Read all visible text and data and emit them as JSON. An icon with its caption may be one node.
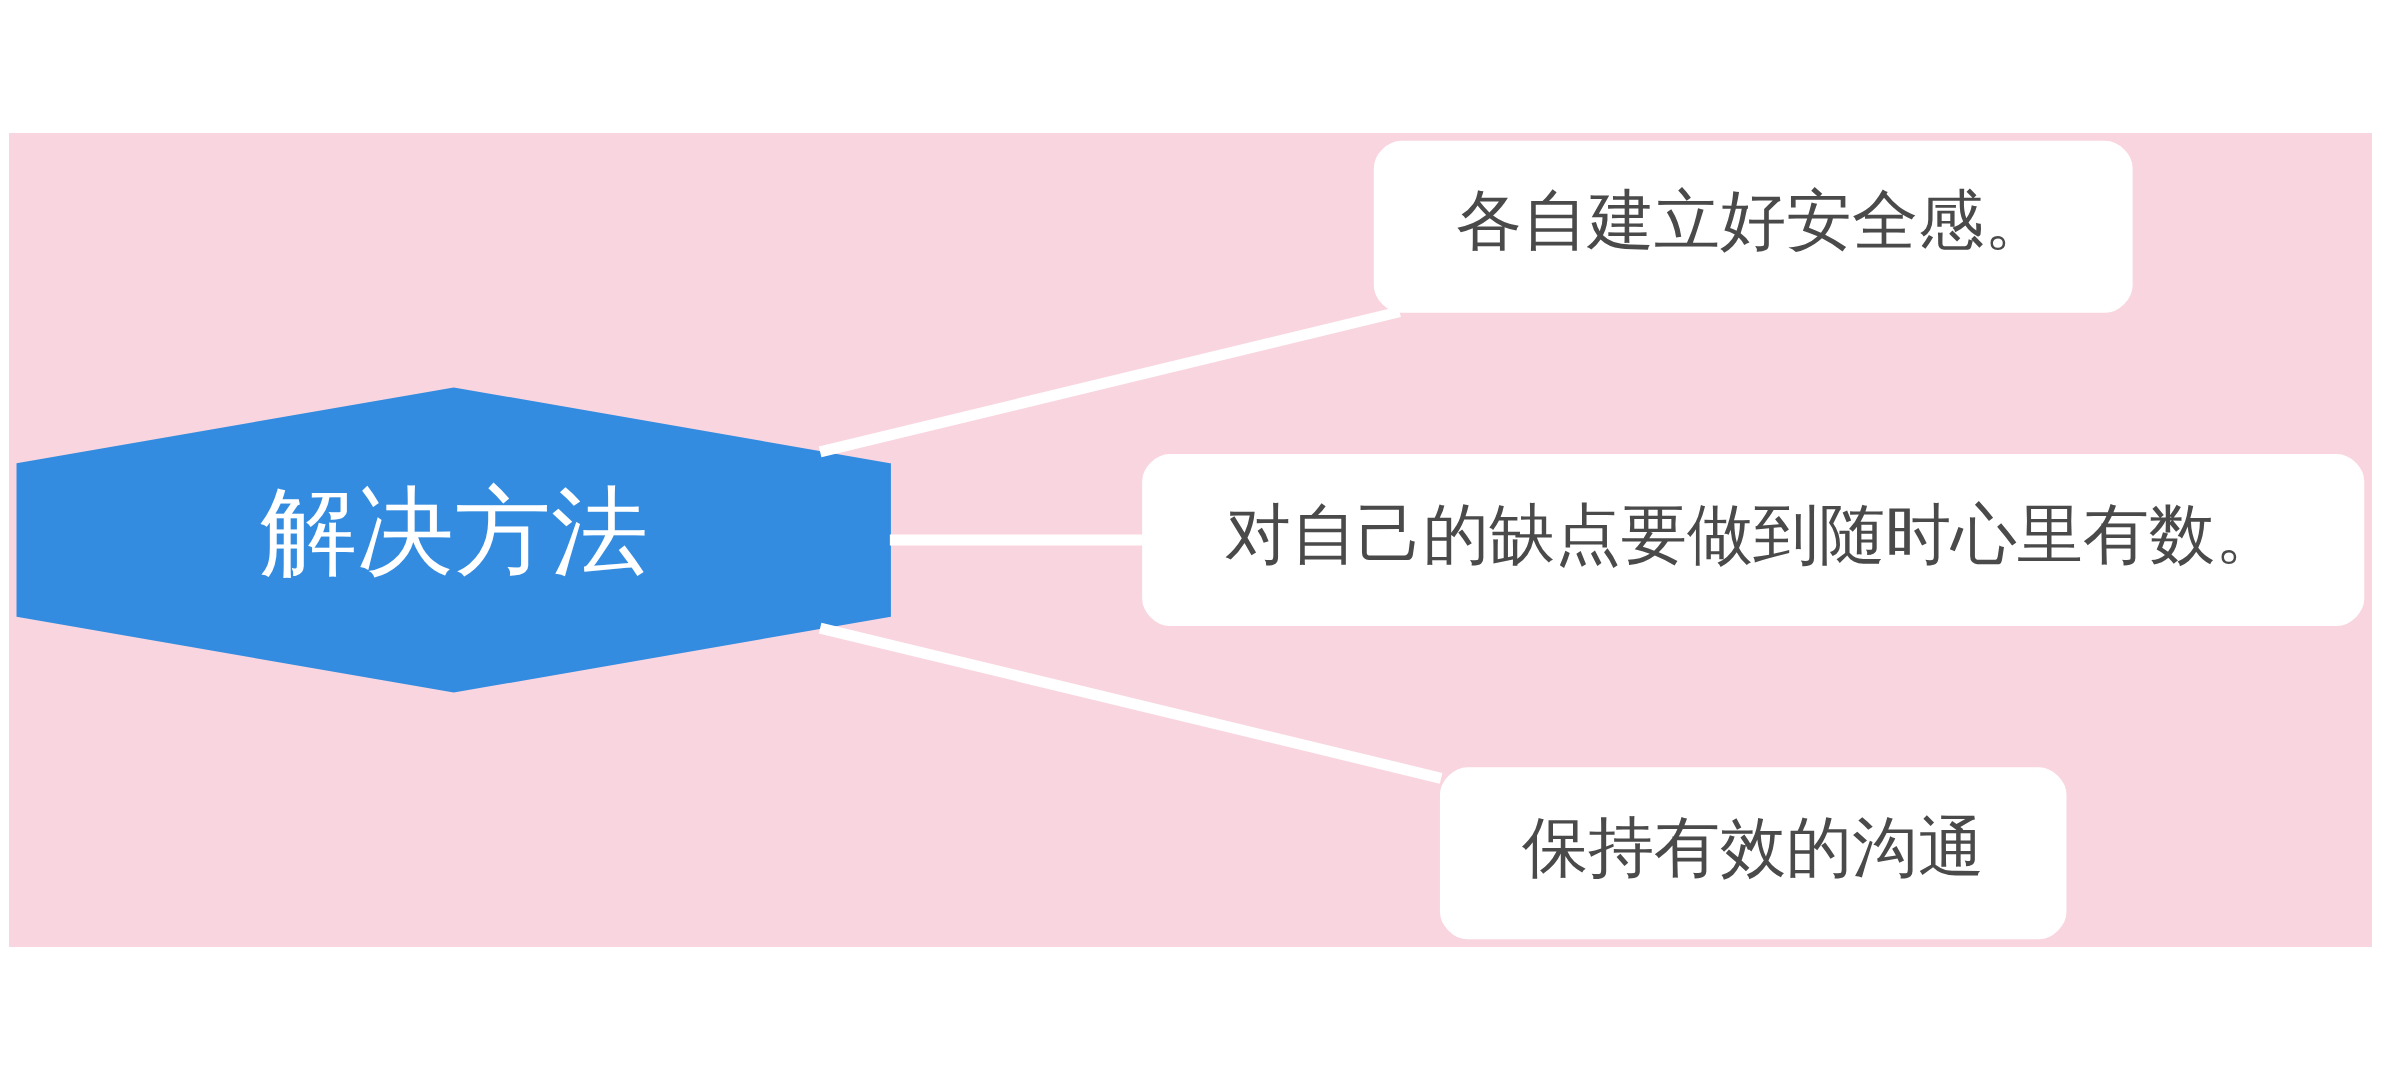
{
  "diagram": {
    "nodes": [
      {
        "text": [
          "解决方法"
        ]
      },
      {
        "text": [
          "各自建立好安全感。"
        ]
      },
      {
        "text": [
          "对自己的缺点要做到随时心里有数。"
        ]
      },
      {
        "text": [
          "保持有效的沟通"
        ]
      }
    ],
    "edges": [
      {
        "from": 0,
        "to": 1,
        "arrow": "none"
      },
      {
        "from": 0,
        "to": 2,
        "arrow": "none"
      },
      {
        "from": 0,
        "to": 3,
        "arrow": "none"
      }
    ]
  }
}
